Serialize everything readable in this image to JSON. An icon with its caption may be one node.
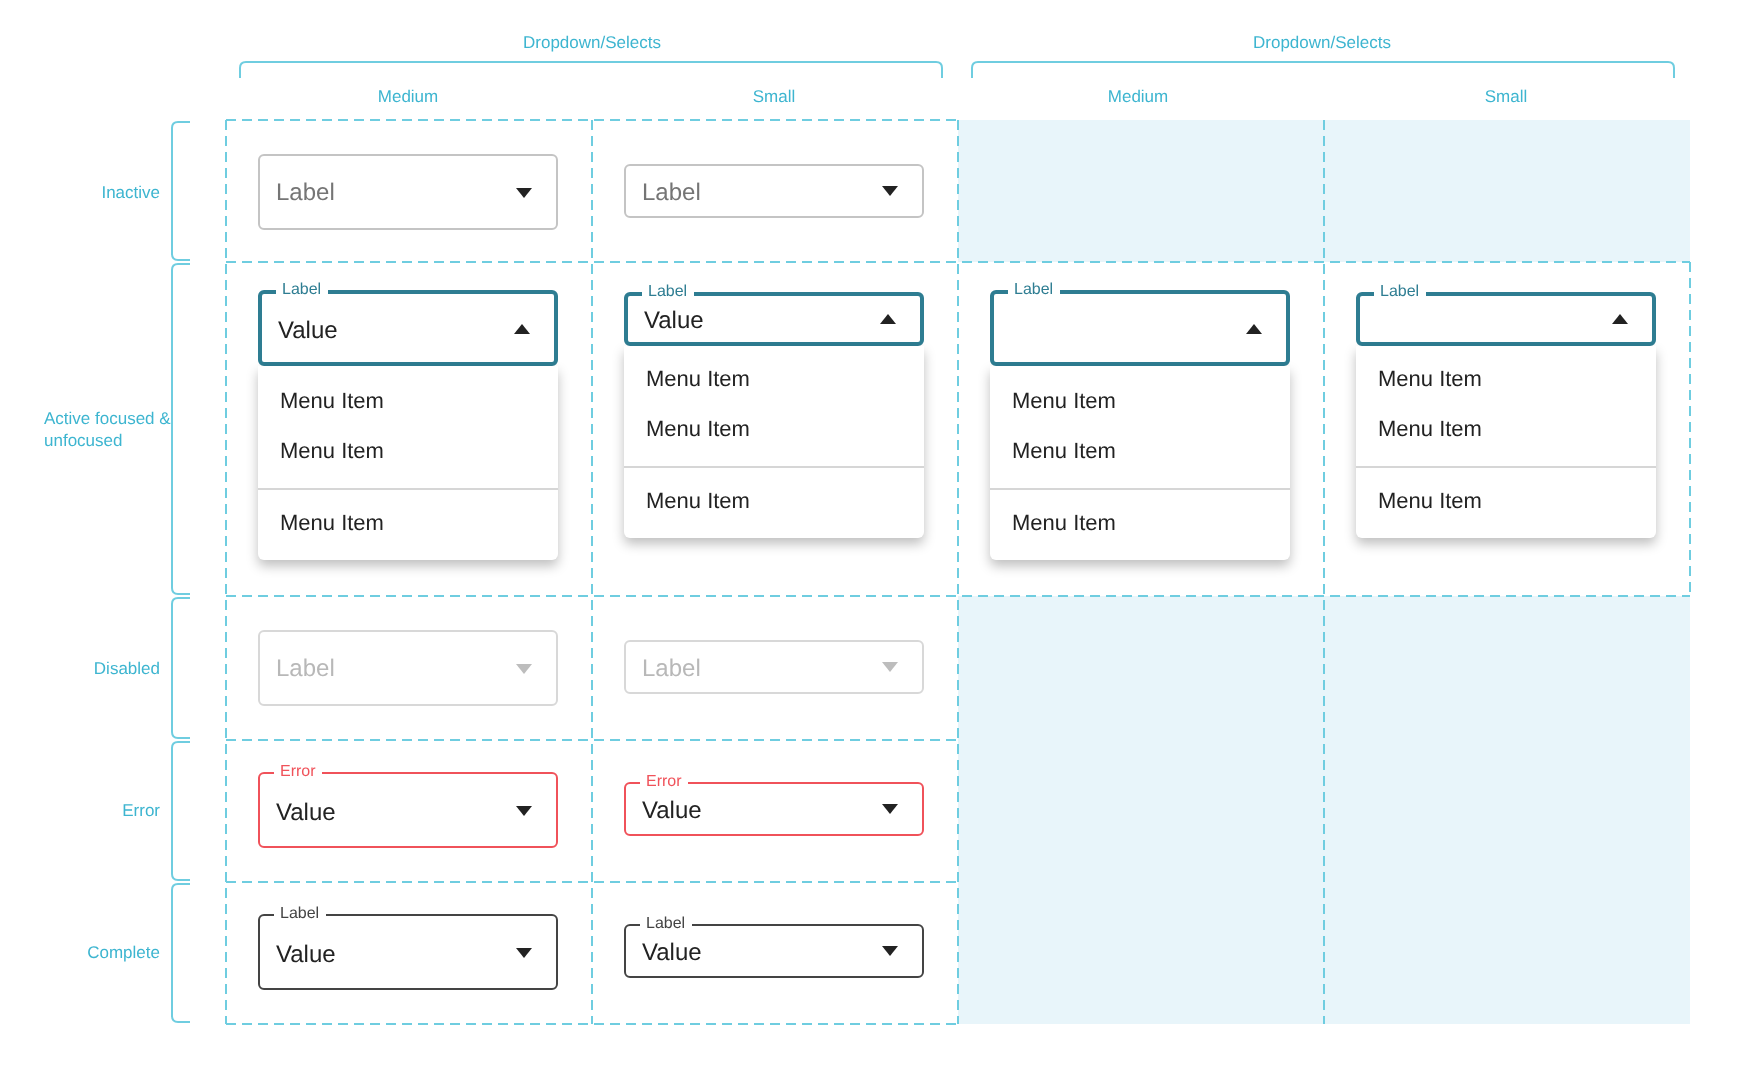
{
  "diagram": {
    "nodes": [
      {
        "text": [
          "Label"
        ]
      },
      {
        "text": [
          "Label"
        ]
      },
      {
        "text": [
          "Label",
          "Value"
        ]
      },
      {
        "text": [
          "Menu Item",
          "Menu Item",
          "Menu Item"
        ]
      },
      {
        "text": [
          "Label",
          "Value"
        ]
      },
      {
        "text": [
          "Menu Item",
          "Menu Item",
          "Menu Item"
        ]
      },
      {
        "text": [
          "Label"
        ]
      },
      {
        "text": [
          "Menu Item",
          "Menu Item",
          "Menu Item"
        ]
      },
      {
        "text": [
          "Label"
        ]
      },
      {
        "text": [
          "Menu Item",
          "Menu Item",
          "Menu Item"
        ]
      },
      {
        "text": [
          "Label"
        ]
      },
      {
        "text": [
          "Label"
        ]
      },
      {
        "text": [
          "Error",
          "Value"
        ]
      },
      {
        "text": [
          "Error",
          "Value"
        ]
      },
      {
        "text": [
          "Label",
          "Value"
        ]
      },
      {
        "text": [
          "Label",
          "Value"
        ]
      }
    ],
    "labels": [
      "Dropdown/Selects",
      "Dropdown/Selects",
      "Medium",
      "Small",
      "Medium",
      "Small",
      "Inactive",
      "Active focused & unfocused",
      "Disabled",
      "Error",
      "Complete"
    ]
  }
}
